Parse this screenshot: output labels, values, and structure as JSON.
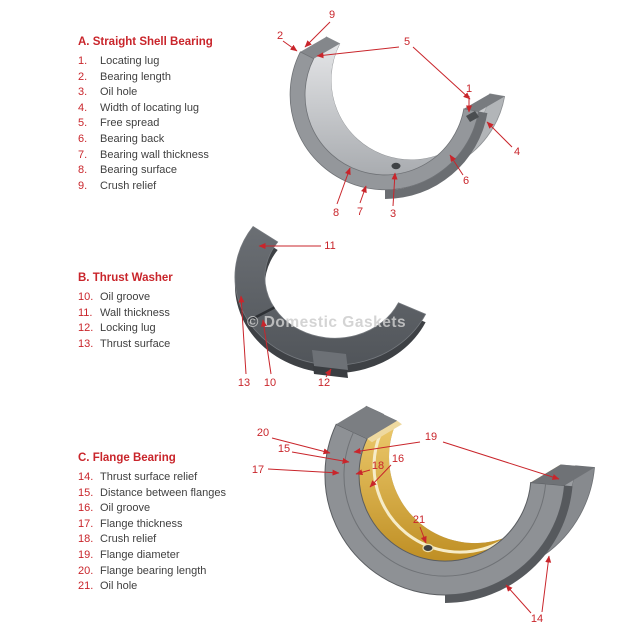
{
  "watermark": "© Domestic Gaskets",
  "colors": {
    "accent": "#c9252b",
    "label_text": "#404040",
    "gold": "#d9a62c",
    "metal": "#94979b"
  },
  "legend": [
    {
      "title": "A. Straight Shell Bearing",
      "items": [
        {
          "num": "1.",
          "label": "Locating lug"
        },
        {
          "num": "2.",
          "label": "Bearing length"
        },
        {
          "num": "3.",
          "label": "Oil hole"
        },
        {
          "num": "4.",
          "label": "Width of locating lug"
        },
        {
          "num": "5.",
          "label": "Free spread"
        },
        {
          "num": "6.",
          "label": "Bearing back"
        },
        {
          "num": "7.",
          "label": "Bearing wall thickness"
        },
        {
          "num": "8.",
          "label": "Bearing surface"
        },
        {
          "num": "9.",
          "label": "Crush relief"
        }
      ]
    },
    {
      "title": "B. Thrust Washer",
      "items": [
        {
          "num": "10.",
          "label": "Oil groove"
        },
        {
          "num": "11.",
          "label": "Wall thickness"
        },
        {
          "num": "12.",
          "label": "Locking lug"
        },
        {
          "num": "13.",
          "label": "Thrust surface"
        }
      ]
    },
    {
      "title": "C. Flange Bearing",
      "items": [
        {
          "num": "14.",
          "label": "Thrust surface relief"
        },
        {
          "num": "15.",
          "label": "Distance between flanges"
        },
        {
          "num": "16.",
          "label": "Oil groove"
        },
        {
          "num": "17.",
          "label": "Flange thickness"
        },
        {
          "num": "18.",
          "label": "Crush relief"
        },
        {
          "num": "19.",
          "label": "Flange diameter"
        },
        {
          "num": "20.",
          "label": "Flange bearing length"
        },
        {
          "num": "21.",
          "label": "Oil hole"
        }
      ]
    }
  ],
  "callouts": {
    "a1": "1",
    "a2": "2",
    "a3": "3",
    "a4": "4",
    "a5": "5",
    "a6": "6",
    "a7": "7",
    "a8": "8",
    "a9": "9",
    "b10": "10",
    "b11": "11",
    "b12": "12",
    "b13": "13",
    "c14": "14",
    "c15": "15",
    "c16": "16",
    "c17": "17",
    "c18": "18",
    "c19": "19",
    "c20": "20",
    "c21": "21"
  }
}
